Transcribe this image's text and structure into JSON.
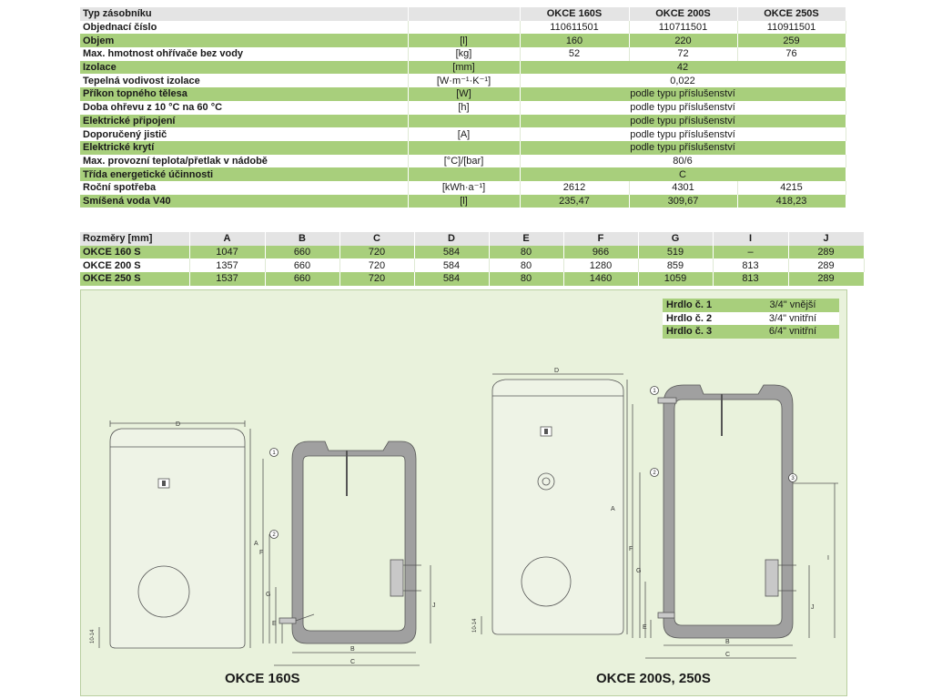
{
  "params": {
    "header": [
      "Typ zásobníku",
      "",
      "OKCE 160S",
      "OKCE 200S",
      "OKCE 250S"
    ],
    "rows": [
      {
        "label": "Objednací číslo",
        "unit": "",
        "v1": "110611501",
        "v2": "110711501",
        "v3": "110911501",
        "style": "w",
        "merged": false
      },
      {
        "label": "Objem",
        "unit": "[l]",
        "v1": "160",
        "v2": "220",
        "v3": "259",
        "style": "g",
        "merged": false
      },
      {
        "label": "Max. hmotnost ohřívače bez vody",
        "unit": "[kg]",
        "v1": "52",
        "v2": "72",
        "v3": "76",
        "style": "w",
        "merged": false
      },
      {
        "label": "Izolace",
        "unit": "[mm]",
        "v": "42",
        "style": "g",
        "merged": true
      },
      {
        "label": "Tepelná vodivost izolace",
        "unit": "[W·m⁻¹·K⁻¹]",
        "v": "0,022",
        "style": "w",
        "merged": true
      },
      {
        "label": "Příkon topného tělesa",
        "unit": "[W]",
        "v": "podle typu příslušenství",
        "style": "g",
        "merged": true
      },
      {
        "label": "Doba ohřevu z 10 °C na 60 °C",
        "unit": "[h]",
        "v": "podle typu příslušenství",
        "style": "w",
        "merged": true
      },
      {
        "label": "Elektrické připojení",
        "unit": "",
        "v": "podle typu příslušenství",
        "style": "g",
        "merged": true
      },
      {
        "label": "Doporučený jistič",
        "unit": "[A]",
        "v": "podle typu příslušenství",
        "style": "w",
        "merged": true
      },
      {
        "label": "Elektrické krytí",
        "unit": "",
        "v": "podle typu příslušenství",
        "style": "g",
        "merged": true
      },
      {
        "label": "Max. provozní teplota/přetlak v nádobě",
        "unit": "[°C]/[bar]",
        "v": "80/6",
        "style": "w",
        "merged": true
      },
      {
        "label": "Třída energetické účinnosti",
        "unit": "",
        "v": "C",
        "style": "g",
        "merged": true
      },
      {
        "label": "Roční spotřeba",
        "unit": "[kWh·a⁻¹]",
        "v1": "2612",
        "v2": "4301",
        "v3": "4215",
        "style": "w",
        "merged": false
      },
      {
        "label": "Smíšená voda V40",
        "unit": "[l]",
        "v1": "235,47",
        "v2": "309,67",
        "v3": "418,23",
        "style": "g",
        "merged": false
      }
    ]
  },
  "dims": {
    "header": [
      "Rozměry [mm]",
      "A",
      "B",
      "C",
      "D",
      "E",
      "F",
      "G",
      "I",
      "J"
    ],
    "rows": [
      {
        "cells": [
          "OKCE 160 S",
          "1047",
          "660",
          "720",
          "584",
          "80",
          "966",
          "519",
          "–",
          "289"
        ],
        "style": "g"
      },
      {
        "cells": [
          "OKCE 200 S",
          "1357",
          "660",
          "720",
          "584",
          "80",
          "1280",
          "859",
          "813",
          "289"
        ],
        "style": "w"
      },
      {
        "cells": [
          "OKCE 250 S",
          "1537",
          "660",
          "720",
          "584",
          "80",
          "1460",
          "1059",
          "813",
          "289"
        ],
        "style": "g"
      }
    ]
  },
  "connections": [
    {
      "name": "Hrdlo č. 1",
      "value": "3/4\" vnější",
      "style": "g"
    },
    {
      "name": "Hrdlo č. 2",
      "value": "3/4\" vnitřní",
      "style": "w"
    },
    {
      "name": "Hrdlo č. 3",
      "value": "6/4\" vnitřní",
      "style": "g"
    }
  ],
  "drawing": {
    "caption_left": "OKCE 160S",
    "caption_right": "OKCE 200S, 250S",
    "letters": {
      "a": "A",
      "b": "B",
      "c": "C",
      "d": "D",
      "e": "E",
      "f": "F",
      "g": "G",
      "i": "I",
      "j": "J",
      "foot": "10-14"
    },
    "markers": {
      "m1": "1",
      "m2": "2",
      "m3": "3"
    }
  },
  "colors": {
    "green": "#a8cf7c",
    "header": "#e4e4e4",
    "background": "#e9f2dc",
    "insulation": "#9a9a9a"
  }
}
